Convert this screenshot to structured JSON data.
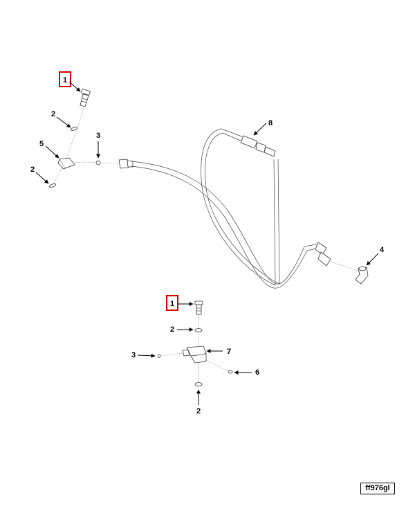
{
  "figure_id": "ff976gl",
  "highlight_color": "#d40000",
  "callouts": [
    {
      "id": "top-1",
      "label": "1",
      "highlighted": true
    },
    {
      "id": "top-2a",
      "label": "2"
    },
    {
      "id": "top-5",
      "label": "5"
    },
    {
      "id": "top-3",
      "label": "3"
    },
    {
      "id": "top-2b",
      "label": "2"
    },
    {
      "id": "top-8",
      "label": "8"
    },
    {
      "id": "top-4",
      "label": "4"
    },
    {
      "id": "bot-1",
      "label": "1",
      "highlighted": true
    },
    {
      "id": "bot-2a",
      "label": "2"
    },
    {
      "id": "bot-7",
      "label": "7"
    },
    {
      "id": "bot-3",
      "label": "3"
    },
    {
      "id": "bot-6",
      "label": "6"
    },
    {
      "id": "bot-2b",
      "label": "2"
    }
  ]
}
